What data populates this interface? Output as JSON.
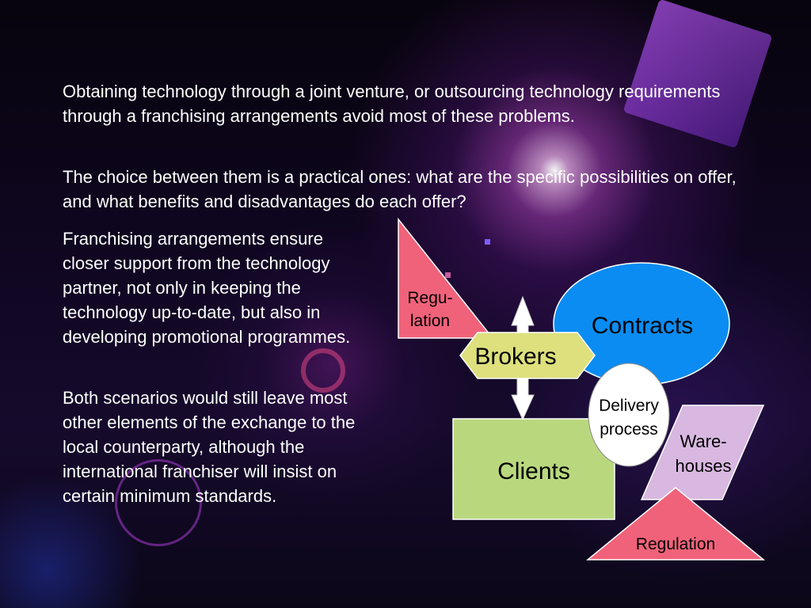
{
  "paragraphs": {
    "p1": "Obtaining technology through a joint venture, or outsourcing technology requirements through a franchising arrangements avoid most of these problems.",
    "p2": "The choice between them is a practical ones: what are the specific possibilities on offer, and what benefits and disadvantages do each offer?",
    "p3": "Franchising arrangements ensure closer support from the technology partner, not only in keeping the technology up-to-date, but also in developing promotional programmes.",
    "p4": "Both scenarios would still leave most other elements of the exchange to the local counterparty, although the international franchiser will insist on certain minimum standards."
  },
  "diagram": {
    "regulation_top": [
      "Regu-",
      "lation"
    ],
    "contracts": "Contracts",
    "brokers": "Brokers",
    "delivery": [
      "Delivery",
      "process"
    ],
    "clients": "Clients",
    "warehouses": [
      "Ware-",
      "houses"
    ],
    "regulation_bottom": "Regulation"
  },
  "colors": {
    "regulation": "#f0627a",
    "contracts": "#0a8cf2",
    "brokers": "#dde07c",
    "clients": "#b9d87e",
    "warehouses": "#d8b8e0",
    "delivery": "#ffffff"
  }
}
